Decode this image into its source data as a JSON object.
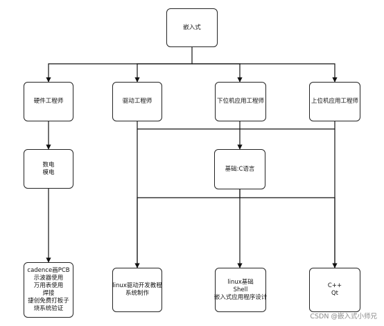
{
  "diagram": {
    "root": {
      "lines": [
        "嵌入式"
      ]
    },
    "roles": [
      {
        "lines": [
          "硬件工程师"
        ]
      },
      {
        "lines": [
          "驱动工程师"
        ]
      },
      {
        "lines": [
          "下位机应用工程师"
        ]
      },
      {
        "lines": [
          "上位机应用工程师"
        ]
      }
    ],
    "hardware_basics": {
      "lines": [
        "数电",
        "模电"
      ]
    },
    "c_language": {
      "lines": [
        "基础:C语言"
      ]
    },
    "outcomes": [
      {
        "lines": [
          "cadence画PCB",
          "示波器使用",
          "万用表使用",
          "焊接",
          "捷创免费打板子",
          "烧系统验证"
        ]
      },
      {
        "lines": [
          "linux驱动开发教程",
          "系统制作"
        ]
      },
      {
        "lines": [
          "linux基础",
          "Shell",
          "嵌入式应用程序设计"
        ]
      },
      {
        "lines": [
          "C++",
          "Qt"
        ]
      }
    ],
    "line_color": "#111111"
  },
  "watermark": "CSDN @嵌入式小师兄"
}
